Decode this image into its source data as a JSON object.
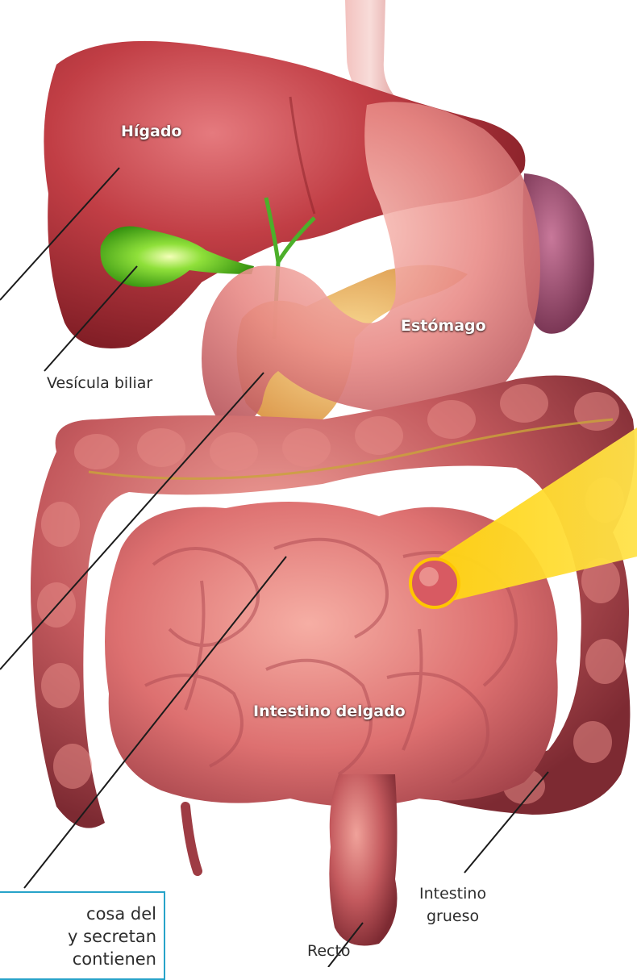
{
  "labels": {
    "liver": "Hígado",
    "gallbladder": "Vesícula biliar",
    "stomach": "Estómago",
    "small_intestine": "Intestino delgado",
    "large_intestine": "Intestino\ngrueso",
    "rectum": "Recto"
  },
  "note": {
    "text": "cosa del\ny secretan\ncontienen"
  },
  "colors": {
    "liver": "#b8343a",
    "gallbladder": "#5cc41a",
    "stomach": "#e98a8a",
    "pancreas": "#e8a94a",
    "intestine": "#d9676a",
    "colon": "#b64850",
    "spleen": "#8e4466",
    "highlight": "#ffd20a",
    "note_border": "#27a3c9"
  }
}
